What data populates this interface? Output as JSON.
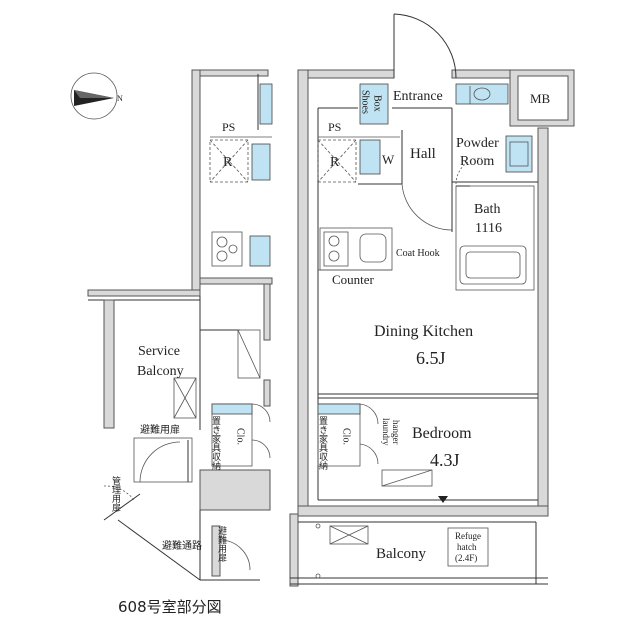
{
  "compass": {
    "north_label": "N",
    "icon": "compass-arrow-icon"
  },
  "rooms": {
    "entrance": "Entrance",
    "mb": "MB",
    "shoes_box_line1": "Shoes",
    "shoes_box_line2": "Box",
    "ps_left": "PS",
    "ps_right": "PS",
    "r_left": "R",
    "r_right": "R",
    "w": "W",
    "hall": "Hall",
    "powder_room_line1": "Powder",
    "powder_room_line2": "Room",
    "bath_line1": "Bath",
    "bath_line2": "1116",
    "coat_hook": "Coat Hook",
    "counter": "Counter",
    "dining_kitchen": "Dining Kitchen",
    "dining_kitchen_size": "6.5J",
    "bedroom": "Bedroom",
    "bedroom_size": "4.3J",
    "laundry_hanger_line1": "laundry",
    "laundry_hanger_line2": "hanger",
    "clo_left": "Clo.",
    "clo_right": "Clo.",
    "oki_kagu_left": "置き家具収納",
    "oki_kagu_right": "置き家具収納",
    "service_balcony_line1": "Service",
    "service_balcony_line2": "Balcony",
    "evac_door": "避難用扉",
    "kanri_door": "管理用扉",
    "evac_path": "避難通路",
    "evac_door_vertical": "避難用扉",
    "balcony": "Balcony",
    "refuge_hatch_line1": "Refuge",
    "refuge_hatch_line2": "hatch",
    "refuge_hatch_line3": "(2.4F)"
  },
  "caption": "608号室部分図"
}
